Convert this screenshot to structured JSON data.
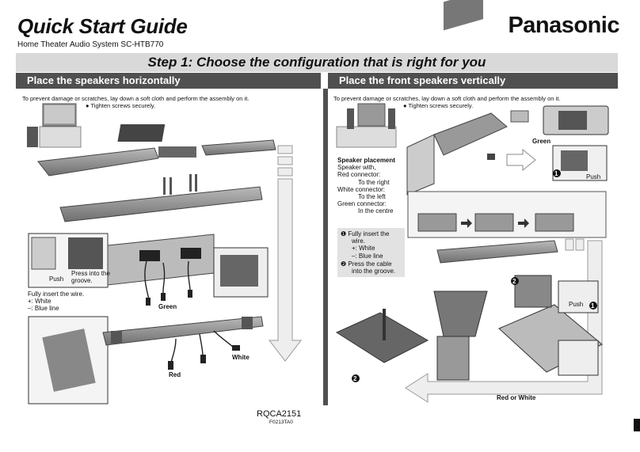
{
  "header": {
    "title": "Quick Start Guide",
    "subtitle": "Home Theater Audio System SC-HTB770",
    "brand": "Panasonic"
  },
  "step": {
    "title": "Step 1: Choose the configuration that is right for you"
  },
  "left": {
    "heading": "Place the speakers horizontally",
    "note": "To prevent damage or scratches, lay down a soft cloth and perform the assembly on it.",
    "bullet": "● Tighten screws securely.",
    "push": "Push",
    "press_line1": "Press into the",
    "press_line2": "groove.",
    "wire_line1": "Fully insert the wire.",
    "wire_line2": "+: White",
    "wire_line3": "–: Blue line",
    "green": "Green",
    "red": "Red",
    "white": "White"
  },
  "right": {
    "heading": "Place the front speakers vertically",
    "note": "To prevent damage or scratches, lay down a soft cloth and perform the assembly on it.",
    "bullet": "● Tighten screws securely.",
    "placement_title": "Speaker placement",
    "placement_1": "Speaker with,",
    "placement_2": "Red connector:",
    "placement_3": "To the right",
    "placement_4": "White connector:",
    "placement_5": "To the left",
    "placement_6": "Green connector:",
    "placement_7": "In the centre",
    "step1_line1": "❶  Fully insert the",
    "step1_line2": "wire.",
    "step1_line3": "+: White",
    "step1_line4": "–: Blue line",
    "step2_line1": "❷  Press the cable",
    "step2_line2": "into the groove.",
    "green": "Green",
    "push_top": "Push",
    "push_bottom": "Push",
    "red_or_white": "Red or White"
  },
  "footer": {
    "code": "RQCA2151",
    "subcode": "F0213TA0"
  }
}
